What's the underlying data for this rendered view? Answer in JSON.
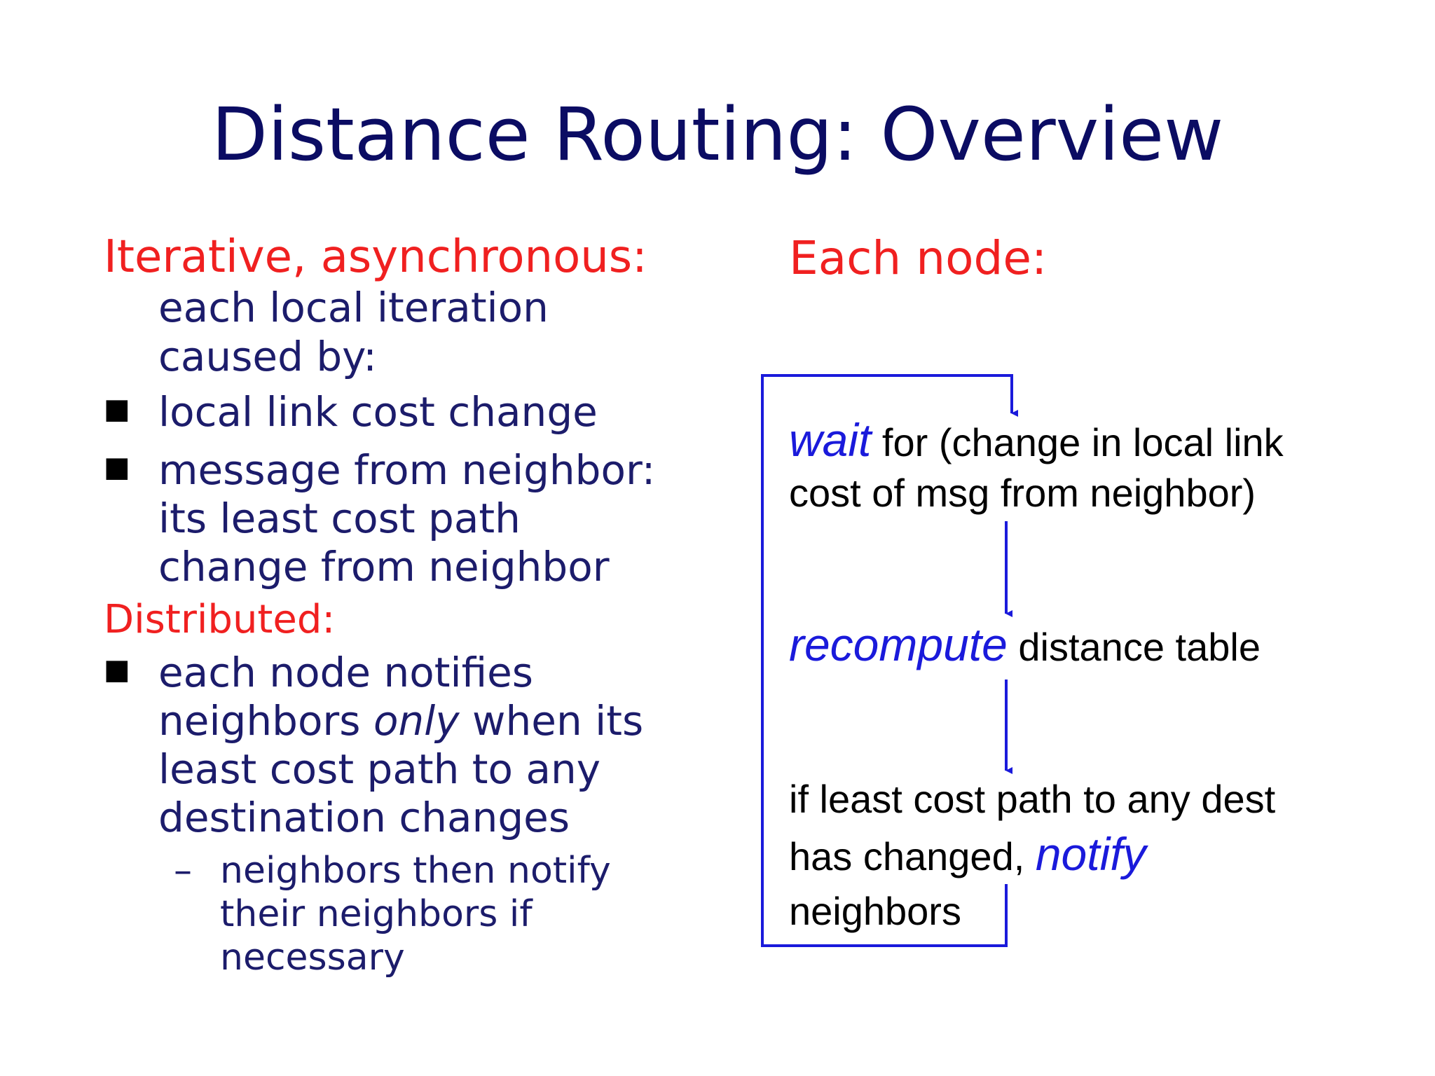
{
  "title": "Distance Routing: Overview",
  "left": {
    "heading1": "Iterative, asynchronous:",
    "intro": "each local iteration caused by:",
    "bullets1": [
      "local link cost change",
      "message from neighbor: its least cost path change from neighbor"
    ],
    "heading2": "Distributed:",
    "bullet2_part1": "each node notifies neighbors ",
    "bullet2_emph": "only",
    "bullet2_part2": " when its least cost path to any destination changes",
    "sub": "neighbors then notify their neighbors if necessary",
    "bullet_symbol": "■",
    "sub_symbol": "–"
  },
  "right": {
    "heading": "Each node:",
    "step1_kw": "wait",
    "step1_text": " for (change in local link cost of msg from neighbor)",
    "step2_kw": "recompute",
    "step2_text": " distance table",
    "step3_text": "if least cost path to any dest has changed, ",
    "step3_kw": "notify",
    "step3_tail": "neighbors"
  },
  "colors": {
    "title": "#0b0c63",
    "body": "#1c1c6b",
    "heading_red": "#f02020",
    "keyword_blue": "#1a1adb"
  }
}
